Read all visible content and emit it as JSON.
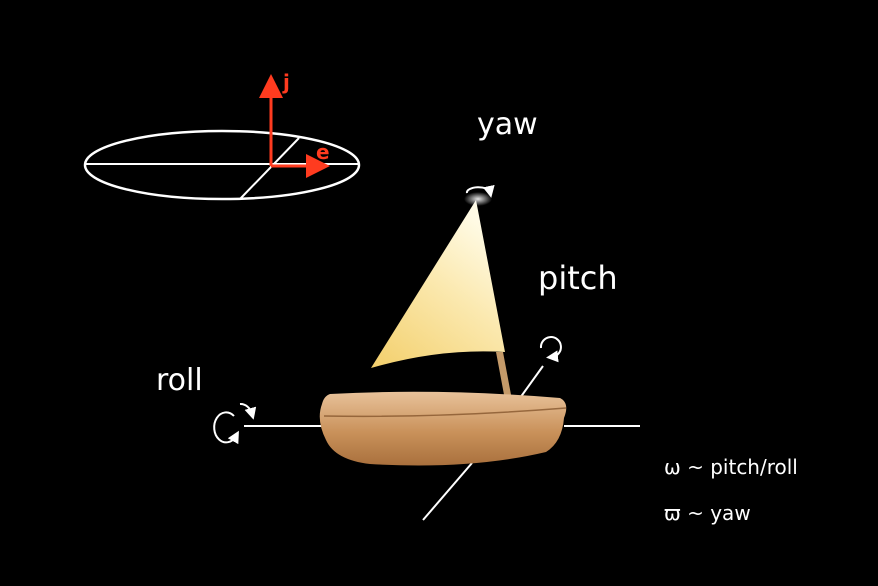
{
  "labels": {
    "yaw": "yaw",
    "pitch": "pitch",
    "roll": "roll",
    "axis_j": "j",
    "axis_e": "e"
  },
  "legend": [
    "ω ~ pitch/roll",
    "ϖ ~ yaw"
  ],
  "colors": {
    "background": "#000000",
    "line": "#ffffff",
    "axis": "#ff3b1f",
    "sail_light": "#fffbe6",
    "sail_dark": "#f3cf6b",
    "hull_light": "#e8c29a",
    "hull_dark": "#a9703d"
  }
}
